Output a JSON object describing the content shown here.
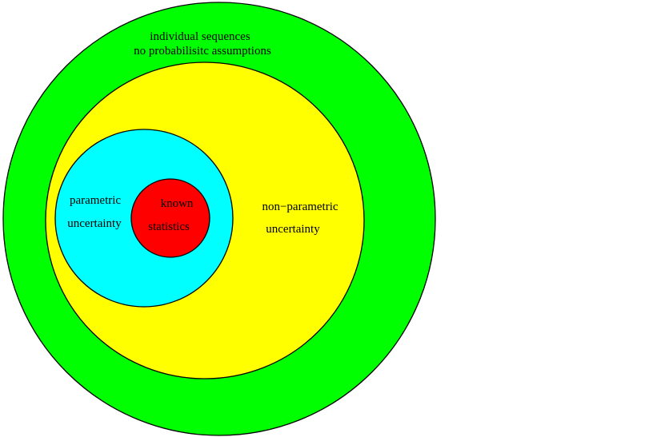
{
  "diagram": {
    "regions": [
      {
        "id": "outer",
        "color": "#00ff00",
        "lines": [
          "individual sequences",
          "no probabilisitc assumptions"
        ]
      },
      {
        "id": "second",
        "color": "#ffff00",
        "lines": [
          "non−parametric",
          "uncertainty"
        ]
      },
      {
        "id": "third",
        "color": "#00ffff",
        "lines": [
          "parametric",
          "uncertainty"
        ]
      },
      {
        "id": "inner",
        "color": "#ff0000",
        "lines": [
          "known",
          "statistics"
        ]
      }
    ]
  }
}
